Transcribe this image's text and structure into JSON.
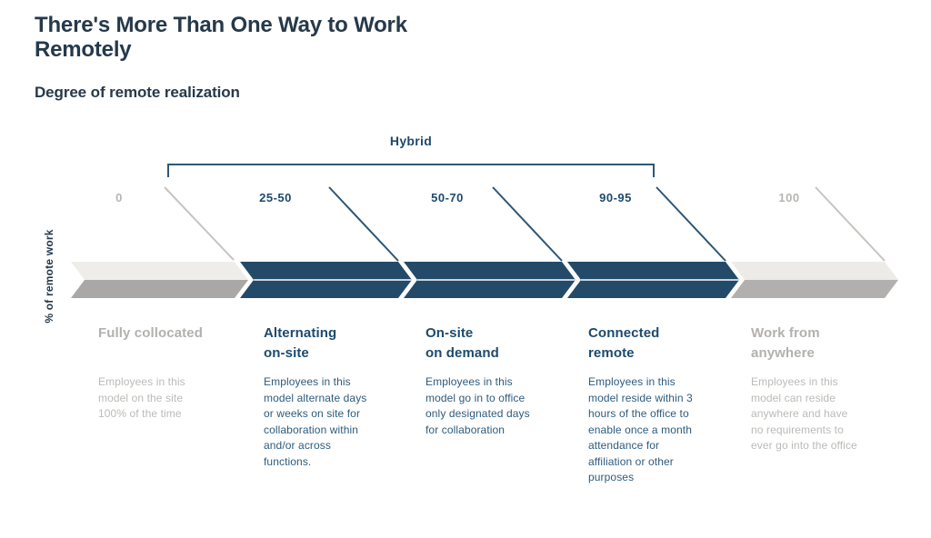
{
  "title": "There's More Than One Way to Work\nRemotely",
  "subtitle": "Degree of remote realization",
  "axis_label": "% of remote work",
  "hybrid": {
    "label": "Hybrid"
  },
  "colors": {
    "band_navy": "#234b69",
    "band_light": "#efedea",
    "band_gray": "#a9a8a6",
    "band_light_right": "#edebe8",
    "band_gray_right": "#b2b0ae",
    "band_midline": "#c9d3da",
    "diag_gray": "#c6c4c1",
    "diag_navy": "#2d5574",
    "bracket": "#2d5878"
  },
  "segments": [
    {
      "value": "0",
      "heading": "Fully collocated",
      "description": "Employees in this\nmodel on the site\n100% of the time",
      "theme": "gray"
    },
    {
      "value": "25-50",
      "heading": "Alternating\non-site",
      "description": "Employees in this\nmodel alternate days\nor weeks on site for\ncollaboration within\nand/or across\nfunctions.",
      "theme": "navy"
    },
    {
      "value": "50-70",
      "heading": "On-site\non demand",
      "description": "Employees in this\nmodel go in to office\nonly designated days\nfor collaboration",
      "theme": "navy"
    },
    {
      "value": "90-95",
      "heading": "Connected\nremote",
      "description": "Employees in this\nmodel reside within 3\nhours of the office to\nenable once a month\nattendance for\naffiliation or other\npurposes",
      "theme": "navy"
    },
    {
      "value": "100",
      "heading": "Work from\nanywhere",
      "description": "Employees in this\nmodel can reside\nanywhere and have\nno requirements to\never go into the office",
      "theme": "gray"
    }
  ]
}
